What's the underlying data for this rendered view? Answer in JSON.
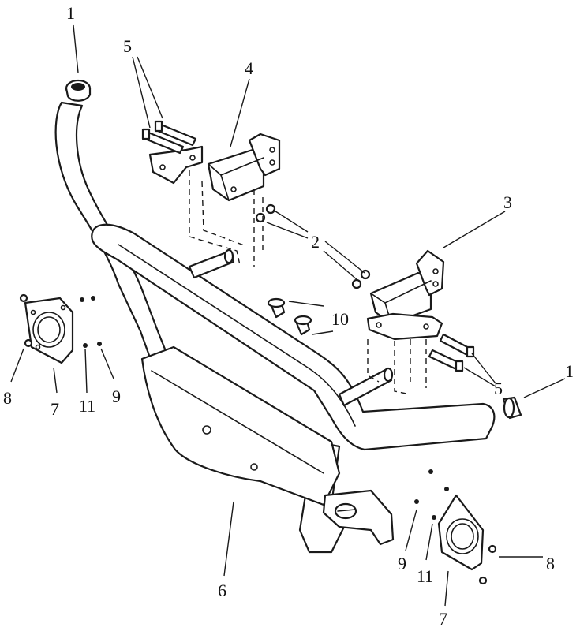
{
  "callouts": {
    "top_left_cap": "1",
    "right_cap": "1",
    "nut_group": "2",
    "right_bracket": "3",
    "left_bracket": "4",
    "left_bolts": "5",
    "right_bolts": "5",
    "skid_plate": "6",
    "left_lamp_plate": "7",
    "right_lamp_plate": "7",
    "left_screw": "8",
    "right_screw": "8",
    "left_nut": "9",
    "right_nut": "9",
    "pins": "10",
    "left_washer": "11",
    "right_washer": "11"
  },
  "colors": {
    "line": "#1a1a1a",
    "paper": "#ffffff"
  }
}
